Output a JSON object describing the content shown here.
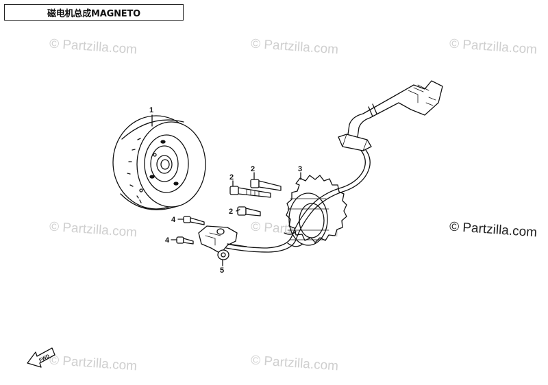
{
  "title": "磁电机总成MAGNETO",
  "watermarks": [
    "© Partzilla.com",
    "© Partzilla.com",
    "© Partzilla.com",
    "© Partzilla.com",
    "© Partzilla.com",
    "© Partzilla.com",
    "© Partzilla.com"
  ],
  "watermark_edge": "© Partzilla.com",
  "callouts": {
    "flywheel": "1",
    "bolt_a": "2",
    "bolt_b": "2",
    "bolt_c": "2",
    "stator": "3",
    "screw_a": "4",
    "screw_b": "4",
    "pickup": "5"
  },
  "direction_arrow": "FWD",
  "colors": {
    "line": "#111111",
    "watermark": "#cfcfcf"
  }
}
